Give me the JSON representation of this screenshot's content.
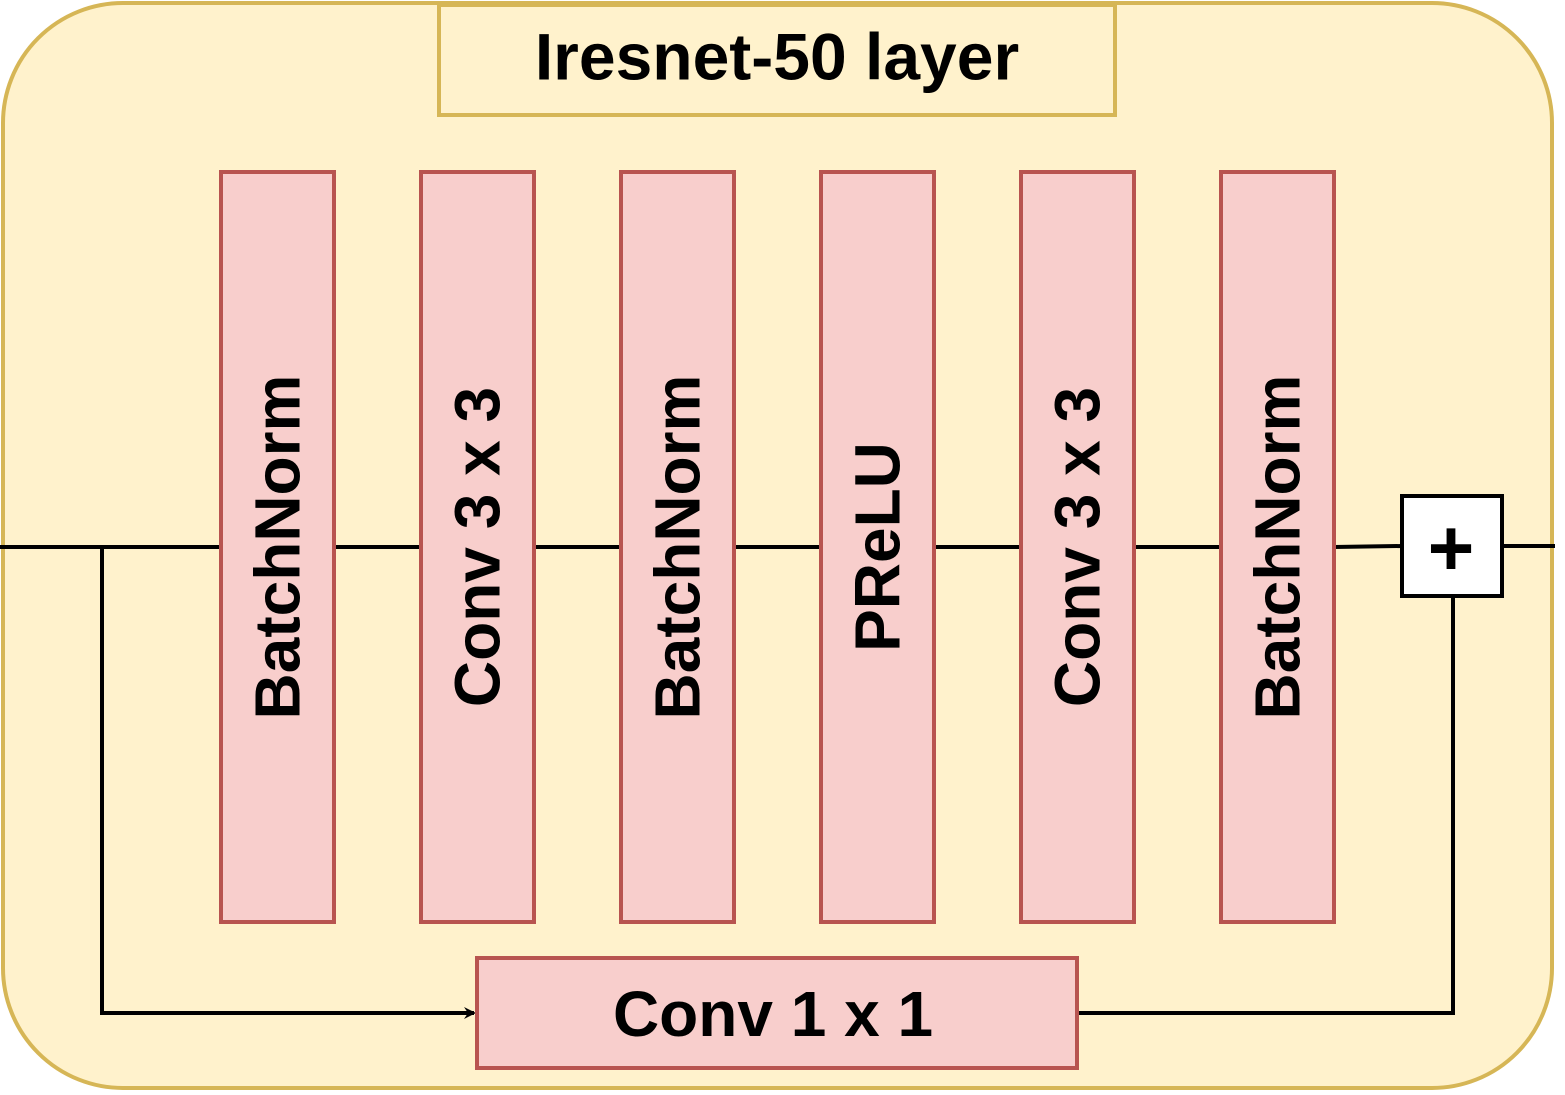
{
  "title": "Iresnet-50 layer",
  "layers": [
    {
      "label": "BatchNorm"
    },
    {
      "label": "Conv 3 x 3"
    },
    {
      "label": "BatchNorm"
    },
    {
      "label": "PReLU"
    },
    {
      "label": "Conv 3 x 3"
    },
    {
      "label": "BatchNorm"
    }
  ],
  "shortcut": {
    "label": "Conv 1 x 1"
  },
  "sum_node": {
    "label": "+"
  },
  "colors": {
    "container_fill": "#fff2cc",
    "container_stroke": "#d6b656",
    "layer_fill": "#f8cecc",
    "layer_stroke": "#b85450",
    "line": "#000000",
    "sum_fill": "#ffffff"
  }
}
